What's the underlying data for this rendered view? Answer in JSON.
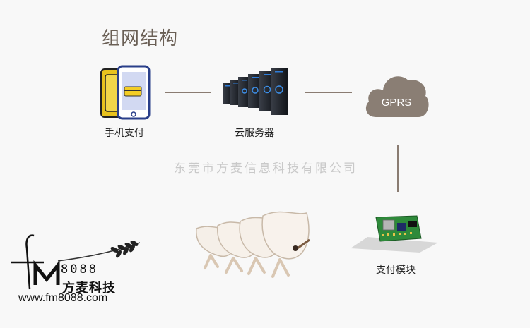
{
  "title": "组网结构",
  "nodes": {
    "mobile_pay": "手机支付",
    "cloud_server": "云服务器",
    "gprs": "GPRS",
    "pay_module": "支付模块"
  },
  "watermark": "东莞市方麦信息科技有限公司",
  "logo": {
    "number": "8088",
    "company": "方麦科技",
    "website": "www.fm8088.com"
  },
  "colors": {
    "connector": "#8a7c72",
    "cloud": "#8a7e74",
    "title": "#6a5f55"
  }
}
